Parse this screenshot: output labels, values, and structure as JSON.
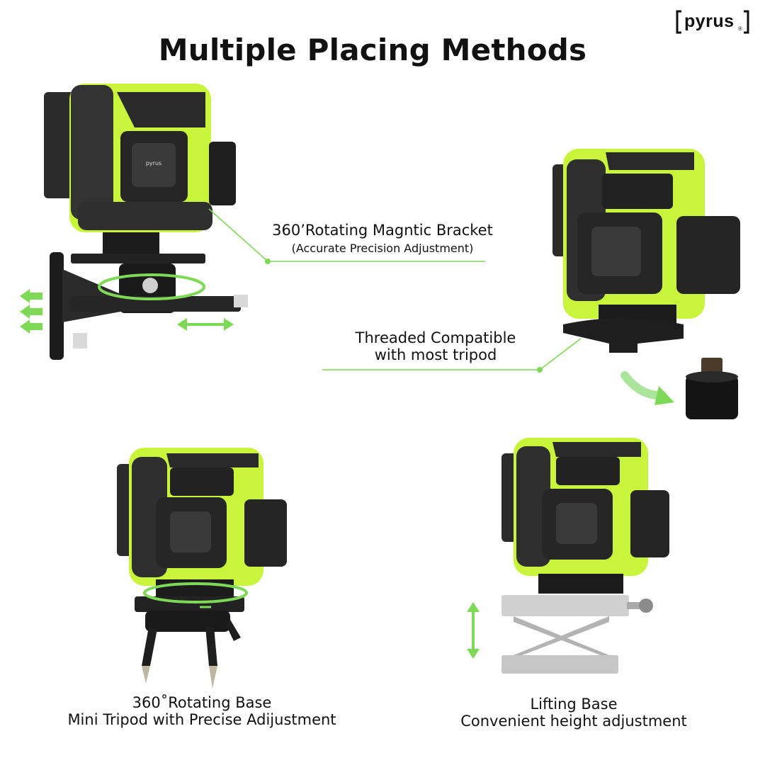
{
  "brand": {
    "logo_text": "pyrus",
    "registered_mark": "®"
  },
  "title": "Multiple Placing Methods",
  "methods": [
    {
      "label": "360’Rotating Magntic Bracket",
      "sublabel": "(Accurate Precision Adjustment)"
    },
    {
      "label_line1": "Threaded Compatible",
      "label_line2": "with most tripod"
    },
    {
      "label_line1": "360˚Rotating Base",
      "label_line2": "Mini Tripod with Precise Adijustment"
    },
    {
      "label_line1": "Lifting Base",
      "label_line2": "Convenient height adjustment"
    }
  ],
  "device_badge": "pyrus",
  "colors": {
    "accent_green": "#7ed957",
    "body_yellow": "#c8f43a",
    "body_dark": "#2a2a2a",
    "metal": "#c9c9c9"
  }
}
